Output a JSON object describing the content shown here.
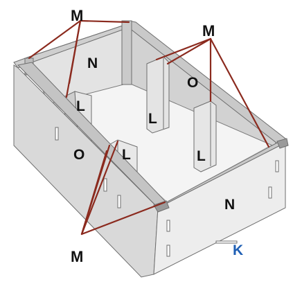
{
  "labels": {
    "m_top_left": "M",
    "m_top_right": "M",
    "m_bottom": "M",
    "n_back": "N",
    "n_front": "N",
    "o_right": "O",
    "o_left": "O",
    "l_left_front": "L",
    "l_middle_back": "L",
    "l_right_middle": "L",
    "l_left_back": "L",
    "k_base": "K"
  },
  "colors": {
    "leader_line": "#8b2a1e",
    "k_label": "#1f5fb4",
    "panel_light": "#ececec",
    "panel_mid": "#d6d6d6",
    "panel_dark": "#bdbdbd",
    "floor": "#f4f4f4",
    "edge": "#6e6e6e"
  }
}
